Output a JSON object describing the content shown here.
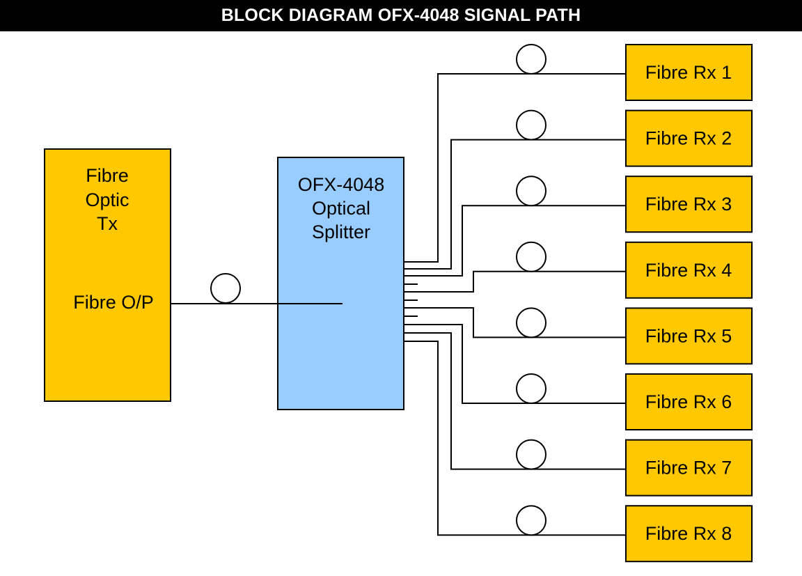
{
  "title": "BLOCK DIAGRAM OFX-4048 SIGNAL PATH",
  "transmitter": {
    "lines": [
      "Fibre",
      "Optic",
      "Tx"
    ],
    "output_label": "Fibre O/P"
  },
  "splitter": {
    "lines": [
      "OFX-4048",
      "Optical",
      "Splitter"
    ]
  },
  "receivers": [
    "Fibre Rx 1",
    "Fibre Rx 2",
    "Fibre Rx 3",
    "Fibre Rx 4",
    "Fibre Rx 5",
    "Fibre Rx 6",
    "Fibre Rx 7",
    "Fibre Rx 8"
  ],
  "colors": {
    "block_fill": "#FFC800",
    "splitter_fill": "#99CCFF",
    "line": "#000000",
    "title_bg": "#000000",
    "title_text": "#FFFFFF"
  }
}
